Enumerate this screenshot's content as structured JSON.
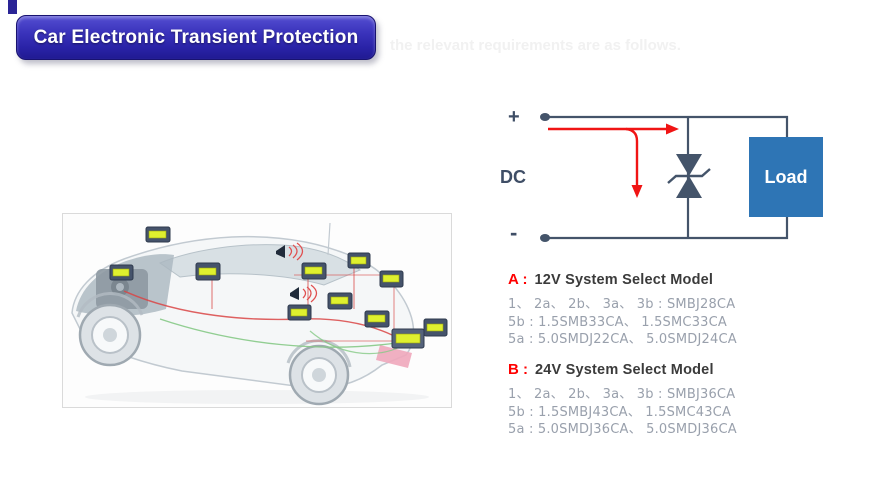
{
  "header": {
    "title": "Car Electronic Transient Protection",
    "faded_note": "the relevant requirements are as follows."
  },
  "circuit": {
    "dc_label": "DC",
    "plus_label": "+",
    "minus_label": "-",
    "load_label": "Load"
  },
  "sections": [
    {
      "prefix": "A :",
      "heading": "12V System Select Model",
      "lines": [
        "1、 2a、 2b、 3a、 3b : SMBJ28CA",
        "5b : 1.5SMB33CA、 1.5SMC33CA",
        "5a : 5.0SMDJ22CA、 5.0SMDJ24CA"
      ]
    },
    {
      "prefix": "B :",
      "heading": "24V System Select Model",
      "lines": [
        "1、 2a、 2b、 3a、 3b : SMBJ36CA",
        "5b : 1.5SMBJ43CA、 1.5SMC43CA",
        "5a : 5.0SMDJ36CA、 5.0SMDJ36CA"
      ]
    }
  ],
  "colors": {
    "banner_blue": "#2f28ad",
    "wire_navy": "#44546a",
    "surge_red": "#ee1c25",
    "load_blue": "#2e75b5",
    "section_label_red": "#ff0000",
    "module_chip_yellow": "#dff02f"
  },
  "icons": {
    "tvs_diode": "bidirectional-tvs-diode-symbol",
    "surge_arrow": "red-surge-current-arrow",
    "signal_waves": "wireless-signal-arcs"
  }
}
